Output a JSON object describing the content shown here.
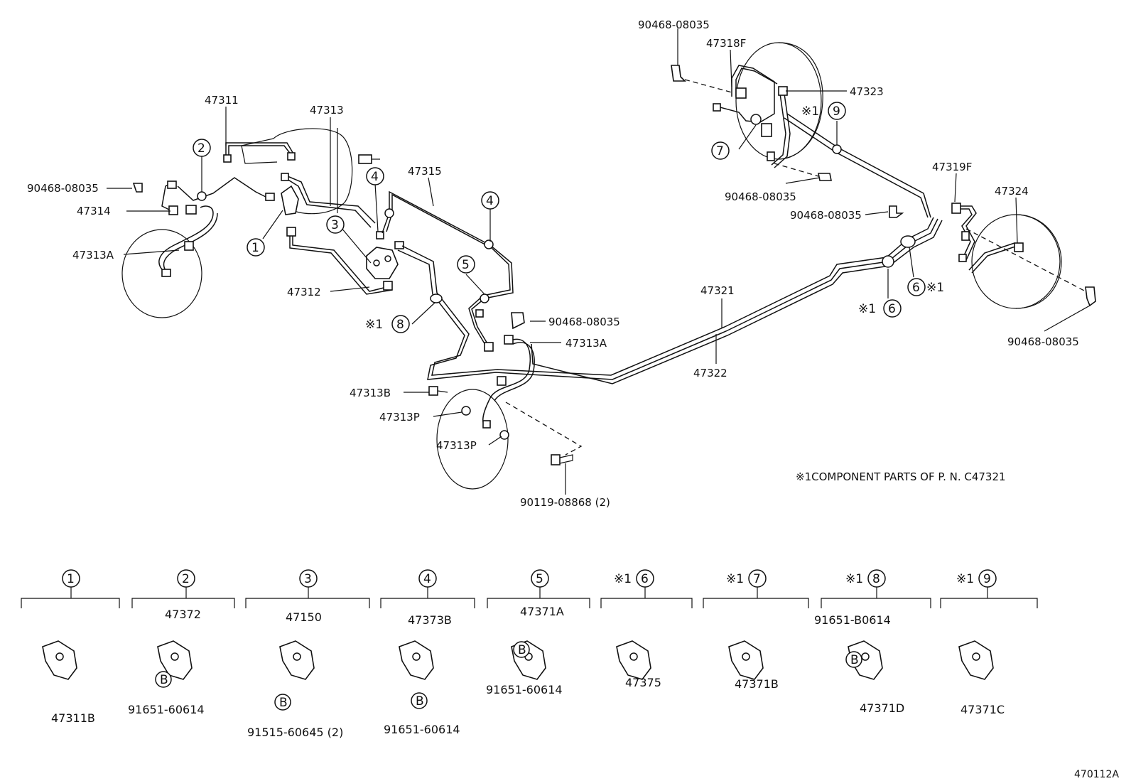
{
  "diagram_code": "470112A",
  "note": "※1COMPONENT PARTS OF P. N. C47321",
  "callouts": {
    "p47311": "47311",
    "p47313": "47313",
    "p47315": "47315",
    "p47314": "47314",
    "p47313A_left": "47313A",
    "p47312": "47312",
    "p47313A_mid": "47313A",
    "p47313B": "47313B",
    "p47313P_a": "47313P",
    "p47313P_b": "47313P",
    "p47321": "47321",
    "p47322": "47322",
    "p47318F": "47318F",
    "p47323": "47323",
    "p47319F": "47319F",
    "p47324": "47324",
    "clip_left": "90468-08035",
    "clip_mid": "90468-08035",
    "clip_top": "90468-08035",
    "clip_rear_a": "90468-08035",
    "clip_rear_b": "90468-08035",
    "clip_right": "90468-08035",
    "bolt_main": "90119-08868 (2)"
  },
  "markers": {
    "n1": "1",
    "n2": "2",
    "n3": "3",
    "n4a": "4",
    "n4b": "4",
    "n5": "5",
    "n6a": "6",
    "n6b": "6",
    "n7": "7",
    "n8": "8",
    "n9": "9",
    "ref_mark": "※1"
  },
  "legend": [
    {
      "num": "1",
      "prefix": "",
      "parts": [
        "47311B"
      ],
      "b_code": ""
    },
    {
      "num": "2",
      "prefix": "",
      "parts": [
        "47372"
      ],
      "b_code": "91651-60614"
    },
    {
      "num": "3",
      "prefix": "",
      "parts": [
        "47150"
      ],
      "b_code": "91515-60645 (2)"
    },
    {
      "num": "4",
      "prefix": "",
      "parts": [
        "47373B"
      ],
      "b_code": "91651-60614"
    },
    {
      "num": "5",
      "prefix": "",
      "parts": [
        "47371A"
      ],
      "b_code": "91651-60614"
    },
    {
      "num": "6",
      "prefix": "※1",
      "parts": [
        "47375"
      ],
      "b_code": ""
    },
    {
      "num": "7",
      "prefix": "※1",
      "parts": [
        "47371B"
      ],
      "b_code": ""
    },
    {
      "num": "8",
      "prefix": "※1",
      "parts": [
        "47371D"
      ],
      "b_code": "91651-B0614"
    },
    {
      "num": "9",
      "prefix": "※1",
      "parts": [
        "47371C"
      ],
      "b_code": ""
    }
  ],
  "bolt_symbol": "B"
}
